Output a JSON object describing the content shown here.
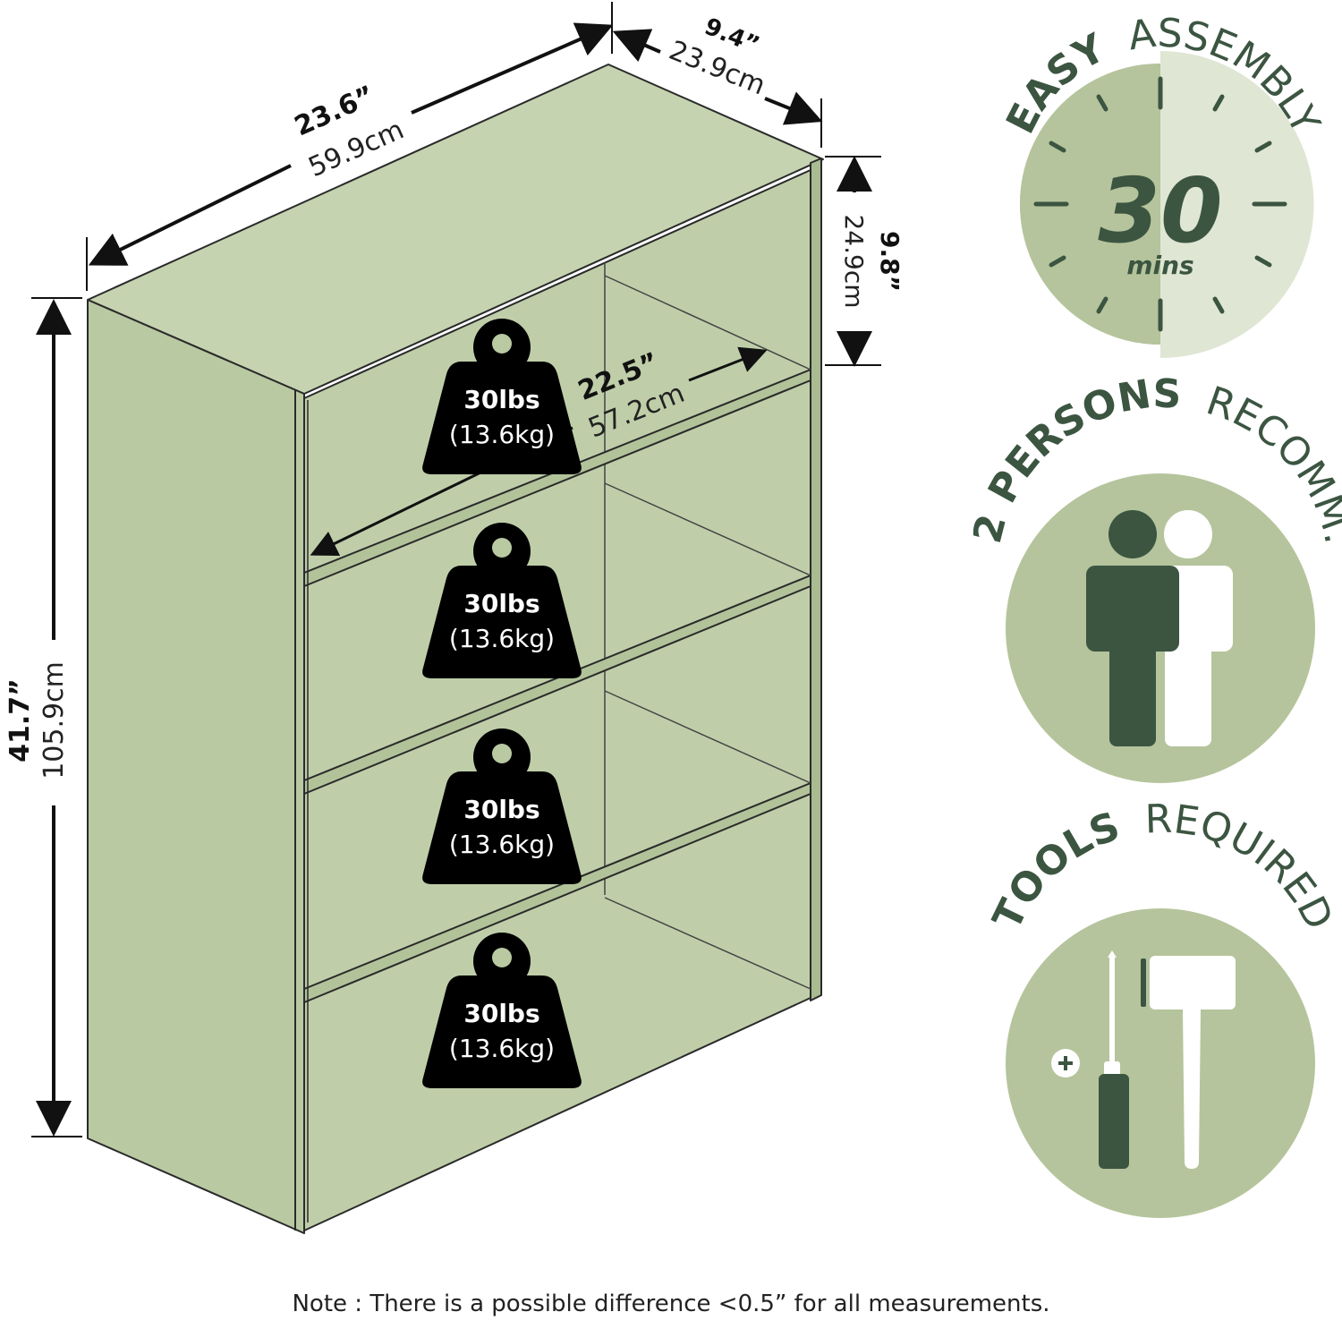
{
  "dimensions": {
    "width_in": "23.6”",
    "width_cm": "59.9cm",
    "depth_in": "9.4”",
    "depth_cm": "23.9cm",
    "shelf_gap_in": "9.8”",
    "shelf_gap_cm": "24.9cm",
    "height_in": "41.7”",
    "height_cm": "105.9cm",
    "inner_width_in": "22.5”",
    "inner_width_cm": "57.2cm"
  },
  "shelves": [
    {
      "weight_lbs": "30lbs",
      "weight_kg": "(13.6kg)"
    },
    {
      "weight_lbs": "30lbs",
      "weight_kg": "(13.6kg)"
    },
    {
      "weight_lbs": "30lbs",
      "weight_kg": "(13.6kg)"
    },
    {
      "weight_lbs": "30lbs",
      "weight_kg": "(13.6kg)"
    }
  ],
  "badges": {
    "assembly": {
      "bold": "EASY",
      "regular": "ASSEMBLY",
      "time": "30",
      "unit": "mins"
    },
    "persons": {
      "bold": "2 PERSONS",
      "regular": "RECOMM."
    },
    "tools": {
      "bold": "TOOLS",
      "regular": "REQUIRED"
    }
  },
  "note": "Note : There is a possible difference <0.5” for all measurements.",
  "colors": {
    "shelf_fill": "#b9c9a2",
    "badge_circle": "#b5c49c",
    "badge_light": "#dfe6d3",
    "badge_dark": "#3b5541",
    "weight_fill": "#000000"
  }
}
